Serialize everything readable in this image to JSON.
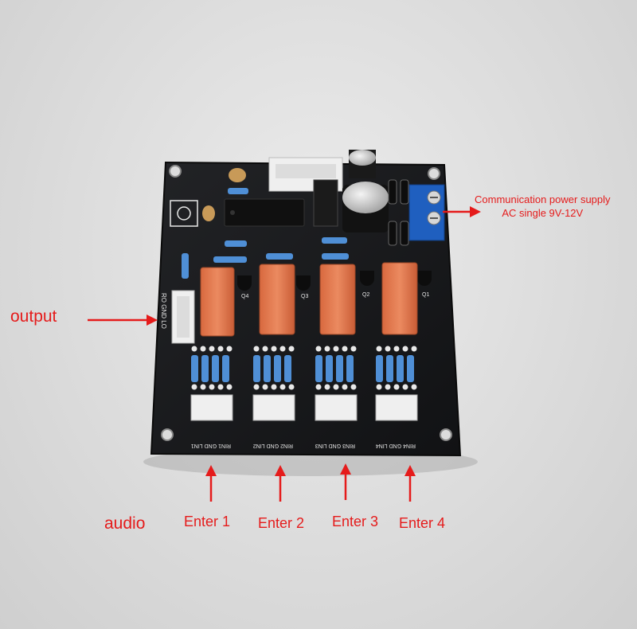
{
  "annotations": {
    "power_supply_line1": "Communication power supply",
    "power_supply_line2": "AC single 9V-12V",
    "output": "output",
    "audio": "audio",
    "enter_1": "Enter 1",
    "enter_2": "Enter 2",
    "enter_3": "Enter 3",
    "enter_4": "Enter 4"
  },
  "board": {
    "output_silk": "RO GND LO",
    "input_silk": [
      "RIN1 GND LIN1",
      "RIN2 GND LIN2",
      "RIN3 GND LIN3",
      "RIN4 GND LIN4"
    ],
    "relay_silk": [
      "Q4",
      "Q3",
      "Q2",
      "Q1"
    ]
  },
  "colors": {
    "pcb": "#17181a",
    "relay": "#e07a50",
    "connector": "#efefef",
    "terminal": "#1f5fbf",
    "resistor": "#4f8fd6",
    "arrow": "#e51b1b"
  }
}
